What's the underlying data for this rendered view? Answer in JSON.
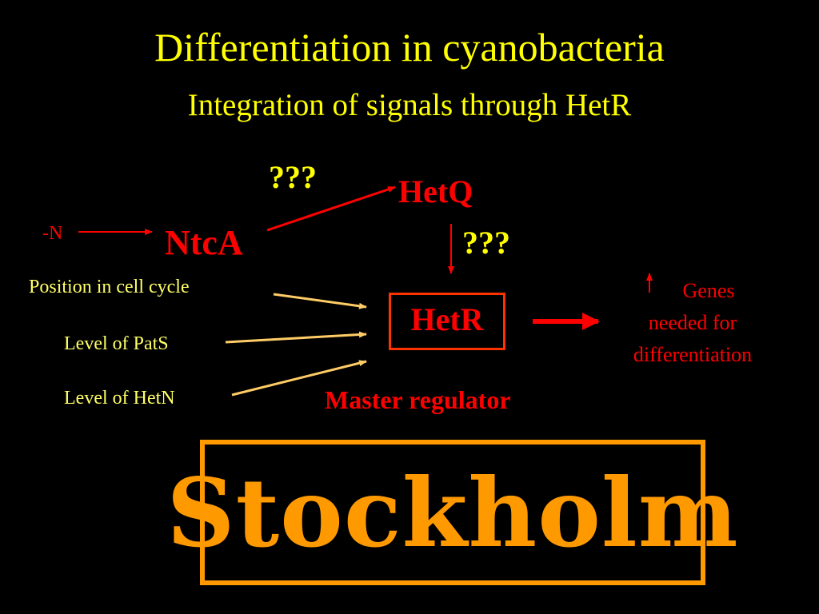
{
  "slide": {
    "title": "Differentiation in cyanobacteria",
    "subtitle": "Integration of signals through HetR"
  },
  "diagram": {
    "question_top": "???",
    "question_right": "???",
    "hetq": "HetQ",
    "ntca": "NtcA",
    "minus_n": "-N",
    "position_cycle": "Position in cell cycle",
    "level_pats": "Level of PatS",
    "level_hetn": "Level of HetN",
    "hetr": "HetR",
    "master_regulator": "Master regulator",
    "genes_line1": "Genes",
    "genes_line2": "needed for",
    "genes_line3": "differentiation"
  },
  "footer": {
    "city": "Stockholm"
  },
  "colors": {
    "title": "#ffff00",
    "red": "#ff0000",
    "label": "#ffff66",
    "input_arrow": "#ffcc66",
    "stockholm": "#ff9900"
  }
}
